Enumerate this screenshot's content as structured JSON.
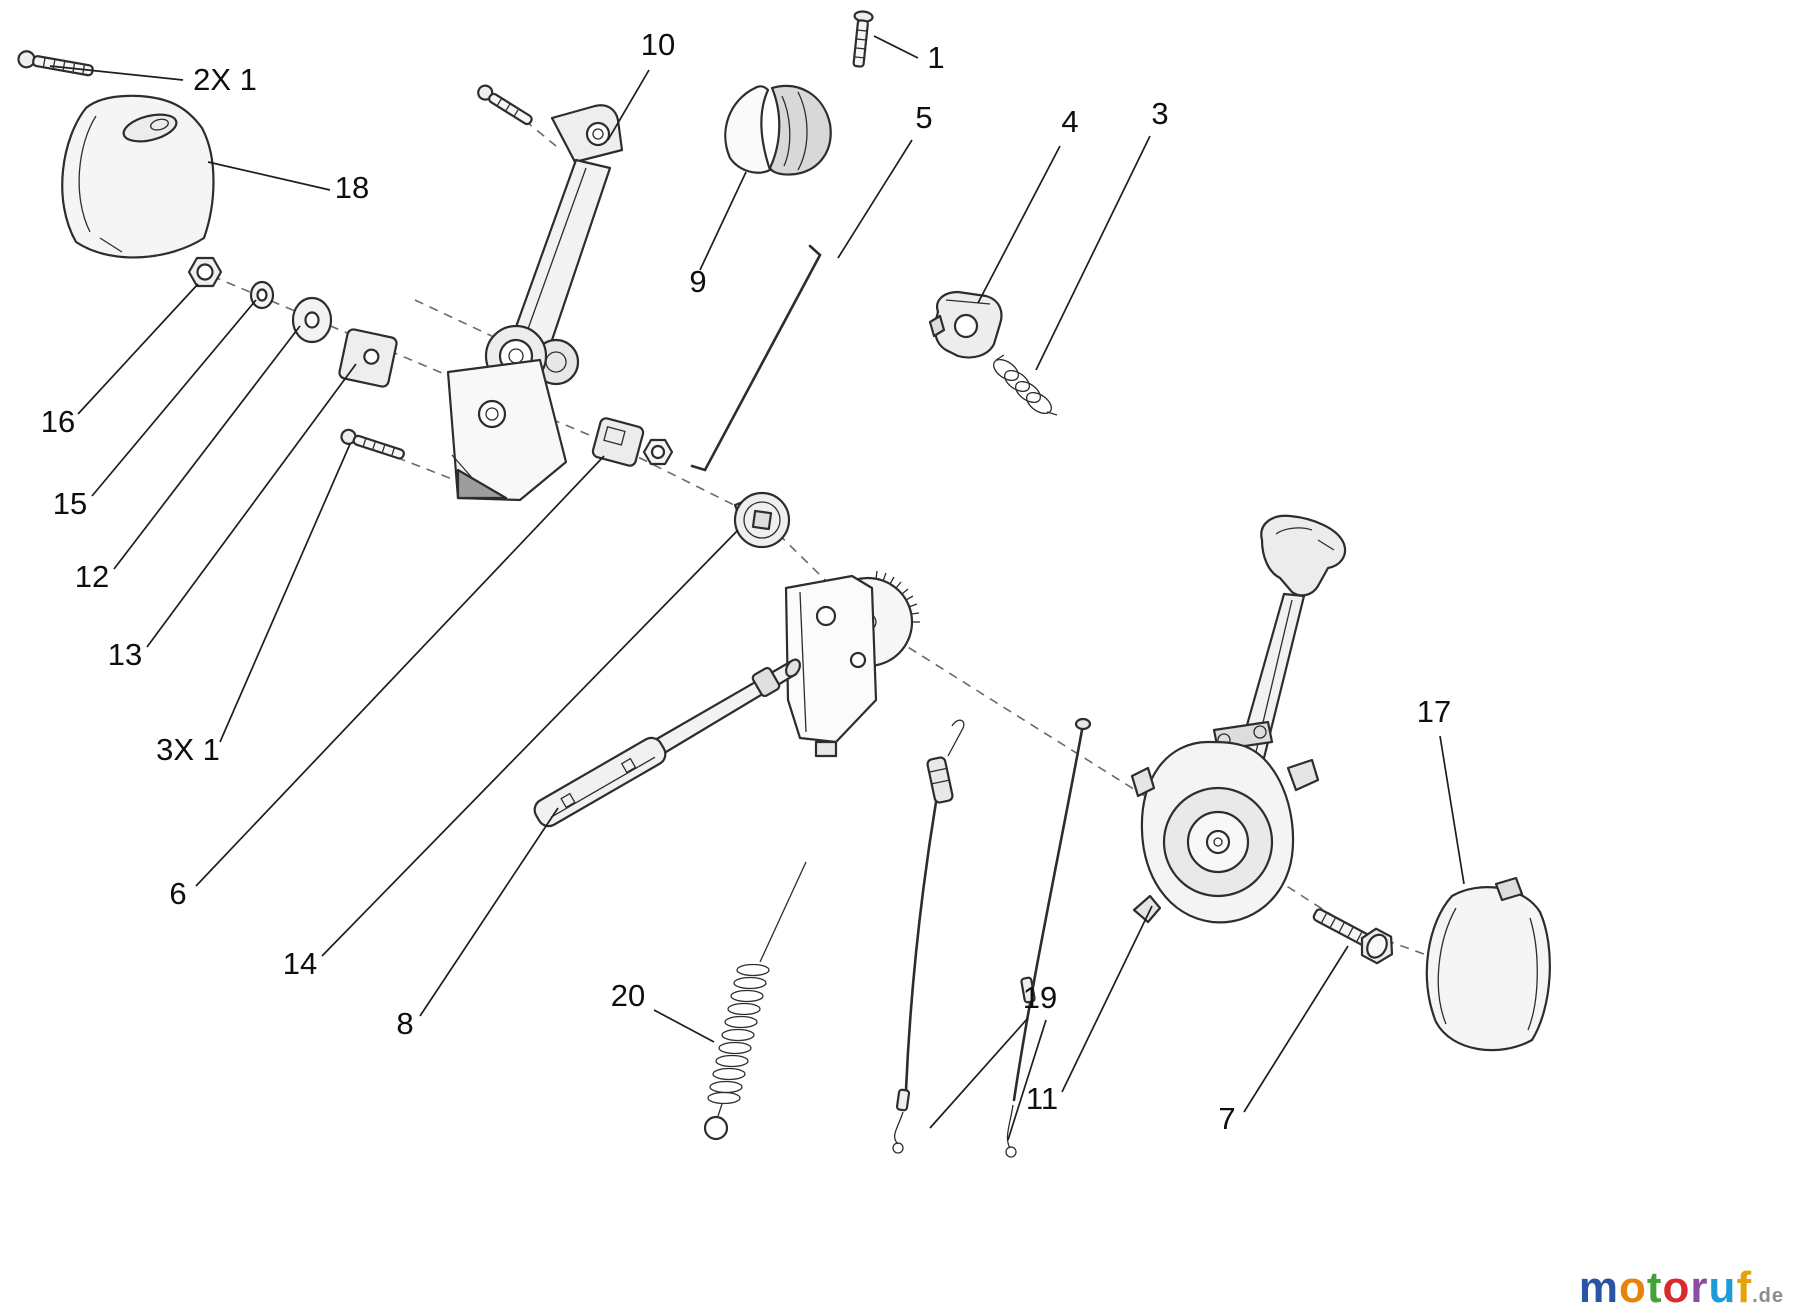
{
  "page": {
    "background": "#ffffff"
  },
  "diagram": {
    "type": "exploded-parts-diagram",
    "callouts": [
      {
        "label": "2X 1"
      },
      {
        "label": "18"
      },
      {
        "label": "10"
      },
      {
        "label": "1"
      },
      {
        "label": "9"
      },
      {
        "label": "5"
      },
      {
        "label": "4"
      },
      {
        "label": "3"
      },
      {
        "label": "16"
      },
      {
        "label": "15"
      },
      {
        "label": "12"
      },
      {
        "label": "13"
      },
      {
        "label": "3X 1"
      },
      {
        "label": "6"
      },
      {
        "label": "14"
      },
      {
        "label": "8"
      },
      {
        "label": "20"
      },
      {
        "label": "19"
      },
      {
        "label": "11"
      },
      {
        "label": "7"
      },
      {
        "label": "17"
      }
    ]
  },
  "watermark": {
    "letters": [
      {
        "char": "m",
        "color": "#2b55a4"
      },
      {
        "char": "o",
        "color": "#e8820c"
      },
      {
        "char": "t",
        "color": "#44a338"
      },
      {
        "char": "o",
        "color": "#d92b2b"
      },
      {
        "char": "r",
        "color": "#8a4ea0"
      },
      {
        "char": "u",
        "color": "#1e9cd8"
      },
      {
        "char": "f",
        "color": "#e8a00c"
      }
    ],
    "suffix": ".de",
    "suffix_color": "#8c8c8c"
  }
}
